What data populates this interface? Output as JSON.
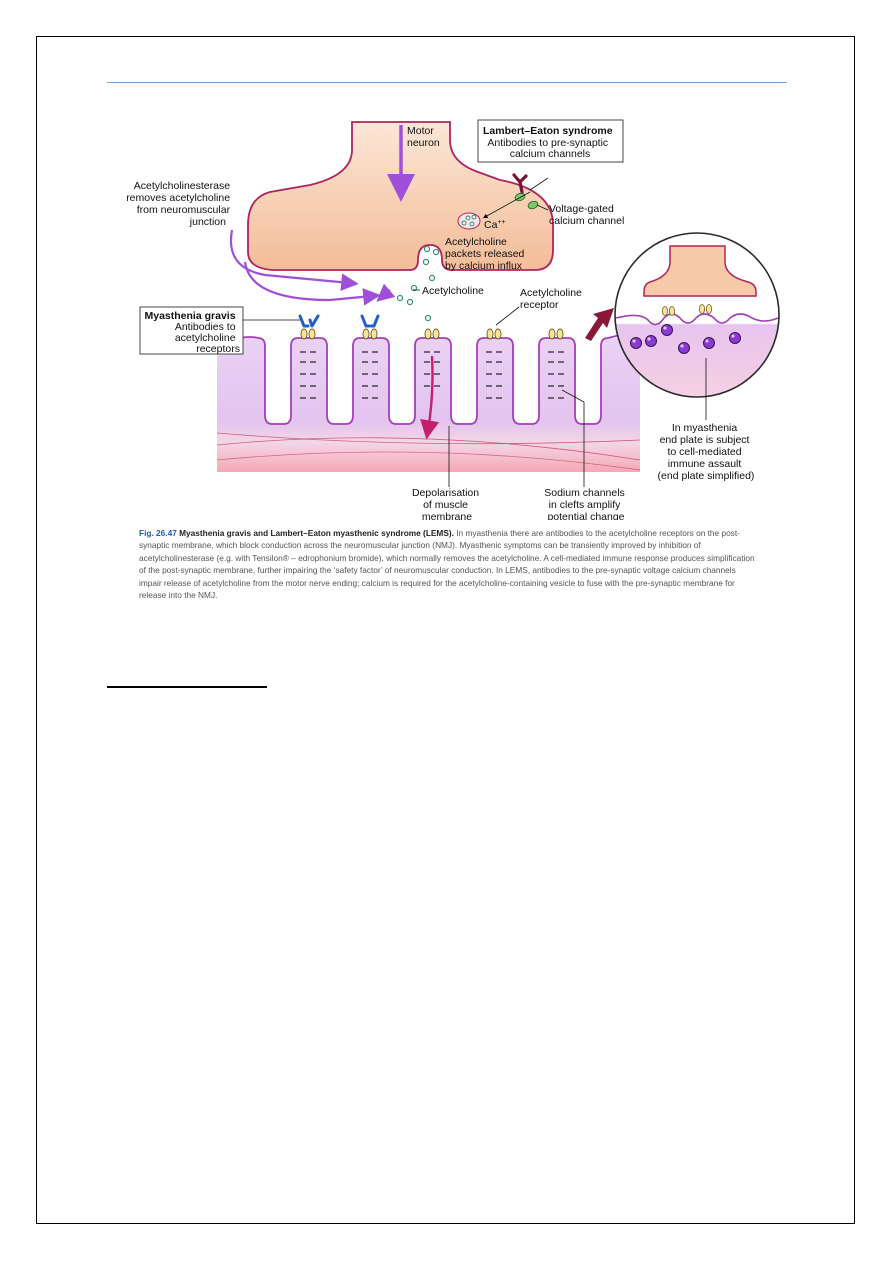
{
  "diagram": {
    "labels": {
      "motor_neuron": [
        "Motor",
        "neuron"
      ],
      "lems_title": "Lambert–Eaton syndrome",
      "lems_desc": [
        "Antibodies to pre-synaptic",
        "calcium channels"
      ],
      "acetylcholinesterase": [
        "Acetylcholinesterase",
        "removes acetylcholine",
        "from neuromuscular",
        "junction"
      ],
      "vgcc": [
        "Voltage-gated",
        "calcium channel"
      ],
      "calcium": "Ca",
      "calcium_sup": "++",
      "ach_packets": [
        "Acetylcholine",
        "packets released",
        "by calcium influx"
      ],
      "acetylcholine": "Acetylcholine",
      "ach_receptor": [
        "Acetylcholine",
        "receptor"
      ],
      "mg_title": "Myasthenia gravis",
      "mg_desc": [
        "Antibodies to",
        "acetylcholine",
        "receptors"
      ],
      "inset_note": [
        "In myasthenia",
        "end plate is subject",
        "to cell-mediated",
        "immune assault",
        "(end plate simplified)"
      ],
      "depolarisation": [
        "Depolarisation",
        "of muscle",
        "membrane"
      ],
      "sodium": [
        "Sodium channels",
        "in clefts amplify",
        "potential change"
      ]
    }
  },
  "caption": {
    "fig_number": "Fig. 26.47",
    "fig_title": "Myasthenia gravis and Lambert–Eaton myasthenic syndrome (LEMS).",
    "body": "In myasthenia there are antibodies to the acetylcholine receptors on the post-synaptic membrane, which block conduction across the neuromuscular junction (NMJ). Myasthenic symptoms can be transiently improved by inhibition of acetylcholinesterase (e.g. with Tensilon® – edrophonium bromide), which normally removes the acetylcholine. A cell-mediated immune response produces simplification of the post-synaptic membrane, further impairing the ‘safety factor’ of neuromuscular conduction. In LEMS, antibodies to the pre-synaptic voltage calcium channels impair release of acetylcholine from the motor nerve ending; calcium is required for the acetylcholine-containing vesicle to fuse with the pre-synaptic membrane for release into the NMJ."
  },
  "colors": {
    "neuron_fill": "#f6c9a8",
    "neuron_stroke": "#b0245e",
    "muscle_fill": "#e8c2ee",
    "muscle_stroke": "#a33fb8",
    "antibody_blue": "#1f5fc8",
    "antibody_maroon": "#7a1230",
    "arrow_violet": "#a050d8",
    "arrow_magenta": "#c4206a"
  }
}
